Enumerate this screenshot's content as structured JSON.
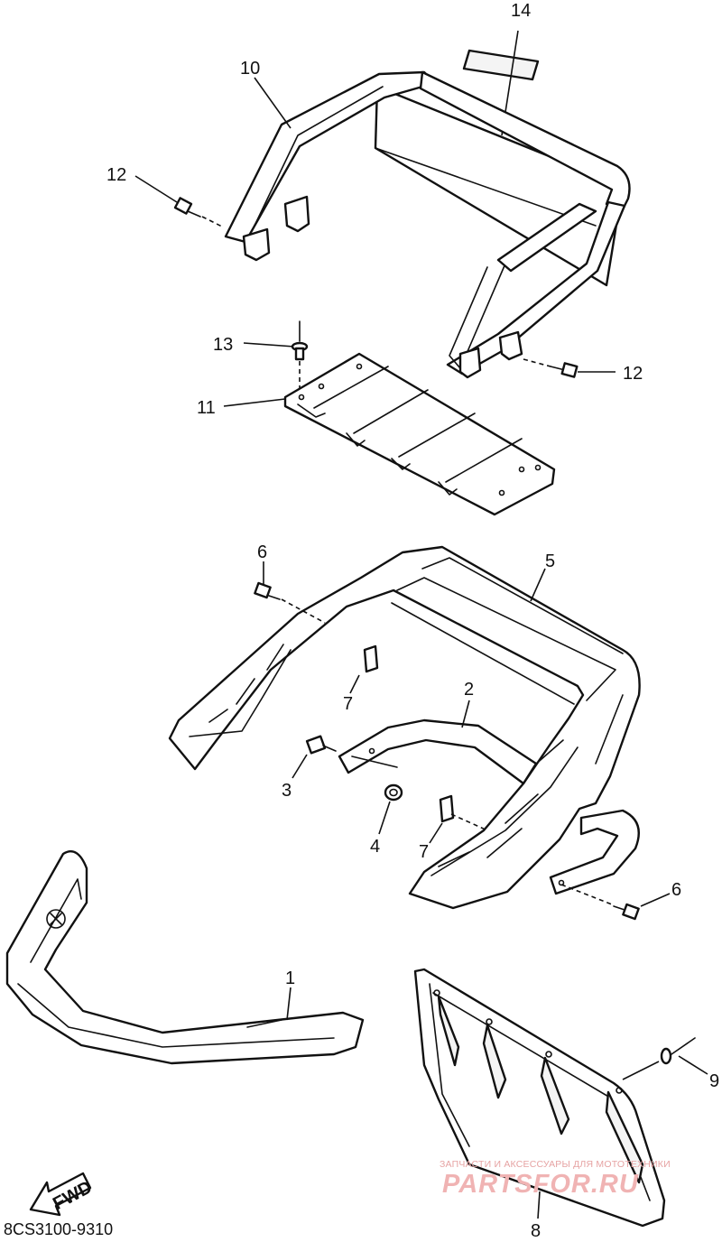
{
  "diagram": {
    "callouts": [
      {
        "id": "c14",
        "label": "14"
      },
      {
        "id": "c10",
        "label": "10"
      },
      {
        "id": "c12a",
        "label": "12"
      },
      {
        "id": "c12b",
        "label": "12"
      },
      {
        "id": "c13",
        "label": "13"
      },
      {
        "id": "c11",
        "label": "11"
      },
      {
        "id": "c6a",
        "label": "6"
      },
      {
        "id": "c5",
        "label": "5"
      },
      {
        "id": "c7a",
        "label": "7"
      },
      {
        "id": "c2",
        "label": "2"
      },
      {
        "id": "c3",
        "label": "3"
      },
      {
        "id": "c4",
        "label": "4"
      },
      {
        "id": "c7b",
        "label": "7"
      },
      {
        "id": "c6b",
        "label": "6"
      },
      {
        "id": "c1",
        "label": "1"
      },
      {
        "id": "c9",
        "label": "9"
      },
      {
        "id": "c8",
        "label": "8"
      }
    ],
    "fwd_label": "FWD",
    "drawing_code": "8CS3100-9310"
  },
  "watermark": {
    "tagline": "ЗАПЧАСТИ И АКСЕССУАРЫ ДЛЯ МОТОТЕХНИКИ",
    "brand": "PARTSFOR.RU"
  },
  "colors": {
    "line": "#111111",
    "watermark": "#f0b3b3"
  }
}
